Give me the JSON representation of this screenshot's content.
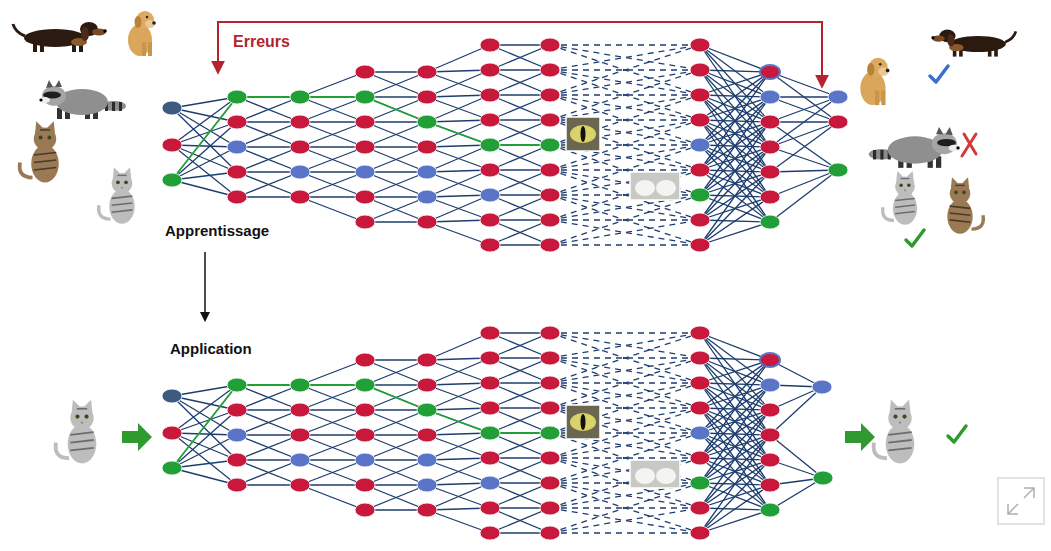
{
  "diagram": {
    "labels": [
      "Erreurs",
      "Apprentissage",
      "Application"
    ]
  }
}
